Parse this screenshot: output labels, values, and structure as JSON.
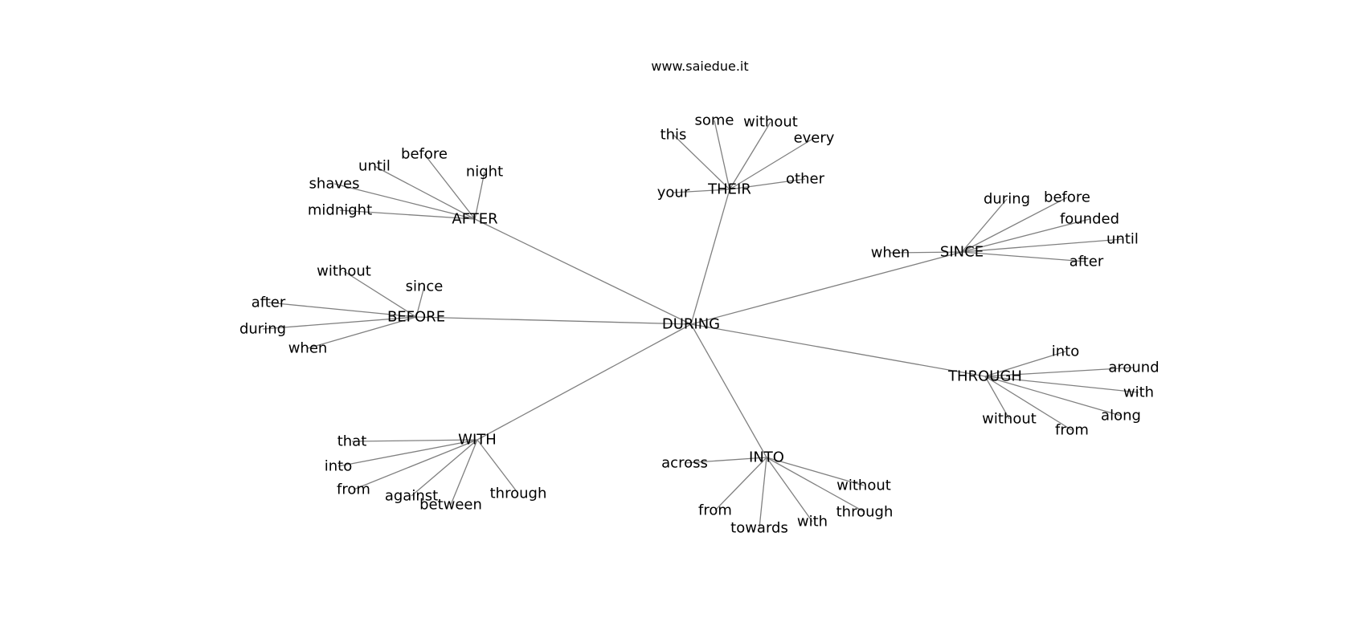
{
  "site": "www.saiedue.it",
  "graph": {
    "root": "DURING",
    "hubs": [
      {
        "id": "their",
        "label": "THEIR",
        "leaves": [
          "your",
          "this",
          "some",
          "without",
          "every",
          "other"
        ]
      },
      {
        "id": "after",
        "label": "AFTER",
        "leaves": [
          "midnight",
          "shaves",
          "until",
          "before",
          "night"
        ]
      },
      {
        "id": "since",
        "label": "SINCE",
        "leaves": [
          "when",
          "during",
          "before",
          "founded",
          "until",
          "after"
        ]
      },
      {
        "id": "before",
        "label": "BEFORE",
        "leaves": [
          "without",
          "since",
          "after",
          "during",
          "when"
        ]
      },
      {
        "id": "through",
        "label": "THROUGH",
        "leaves": [
          "into",
          "around",
          "with",
          "along",
          "from",
          "without"
        ]
      },
      {
        "id": "with",
        "label": "WITH",
        "leaves": [
          "that",
          "into",
          "from",
          "against",
          "between",
          "through"
        ]
      },
      {
        "id": "into",
        "label": "INTO",
        "leaves": [
          "across",
          "from",
          "towards",
          "with",
          "through",
          "without"
        ]
      }
    ]
  }
}
